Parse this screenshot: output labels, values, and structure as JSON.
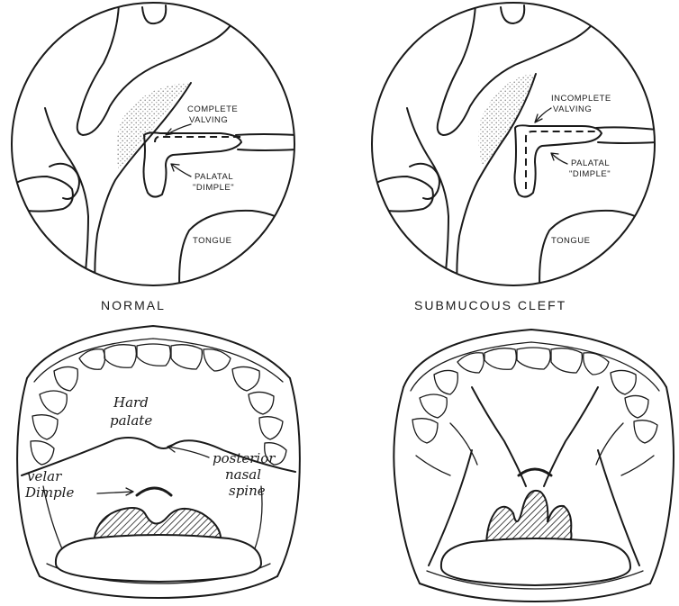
{
  "panels": {
    "normal": {
      "caption": "NORMAL",
      "lateral_view": {
        "valving_label_1": "COMPLETE",
        "valving_label_2": "VALVING",
        "dimple_label_1": "PALATAL",
        "dimple_label_2": "\"DIMPLE\"",
        "tongue_label": "TONGUE"
      },
      "oral_view": {
        "hard_palate_1": "Hard",
        "hard_palate_2": "palate",
        "nasal_spine_1": "posterior",
        "nasal_spine_2": "nasal",
        "nasal_spine_3": "spine",
        "velar_1": "velar",
        "velar_2": "Dimple"
      }
    },
    "cleft": {
      "caption": "SUBMUCOUS CLEFT",
      "lateral_view": {
        "valving_label_1": "INCOMPLETE",
        "valving_label_2": "VALVING",
        "dimple_label_1": "PALATAL",
        "dimple_label_2": "\"DIMPLE\"",
        "tongue_label": "TONGUE"
      }
    }
  },
  "colors": {
    "ink": "#1a1a1a",
    "stipple": "#9a9a9a",
    "background": "#ffffff"
  }
}
